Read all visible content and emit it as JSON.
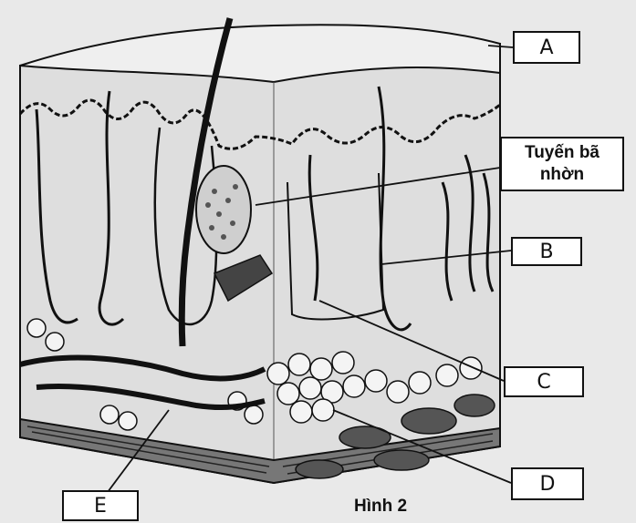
{
  "labels": {
    "a": "A",
    "sebaceous_line1": "Tuyến bã",
    "sebaceous_line2": "nhờn",
    "b": "B",
    "c": "C",
    "d": "D",
    "e": "E"
  },
  "caption": "Hình 2",
  "colors": {
    "ink": "#111111",
    "paper": "#e9e9e9",
    "tissue": "#dedede",
    "label_bg": "#ffffff"
  }
}
